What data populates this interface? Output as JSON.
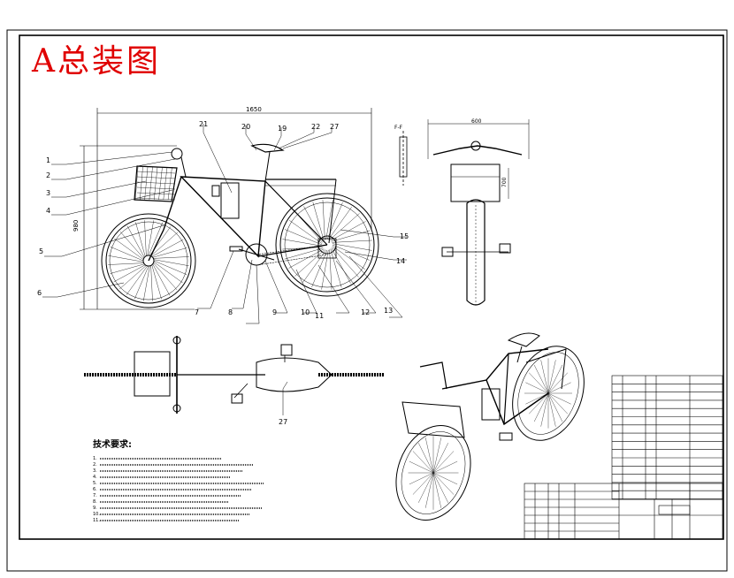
{
  "title": "A总装图",
  "overall_dimension": "1650",
  "height_dimension": "980",
  "top_width_dimension": "600",
  "box_dimension": "700",
  "section_label": "F-F",
  "callouts": [
    "1",
    "2",
    "3",
    "4",
    "5",
    "6",
    "7",
    "8",
    "9",
    "10",
    "11",
    "12",
    "13",
    "14",
    "15",
    "19",
    "20",
    "21",
    "22",
    "27"
  ],
  "tech_req_title": "技术要求:",
  "tech_req_lines": [
    "1.",
    "2.",
    "3.",
    "4.",
    "5.",
    "6.",
    "7.",
    "8.",
    "9.",
    "10.",
    "11."
  ]
}
